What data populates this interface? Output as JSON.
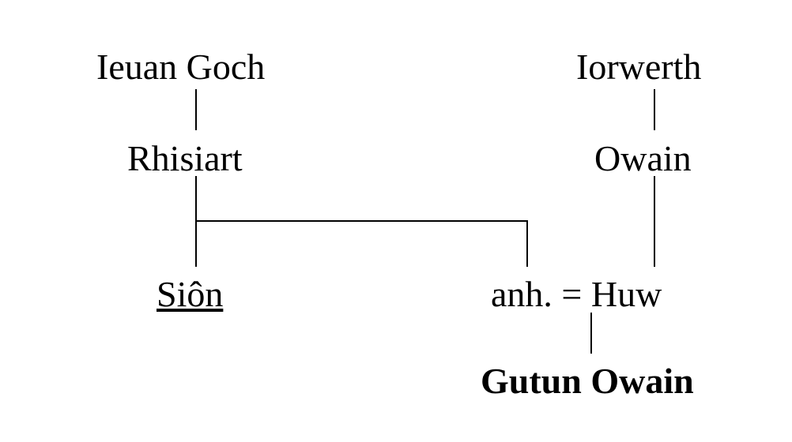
{
  "nodes": {
    "ieuan_goch": "Ieuan Goch",
    "iorwerth": "Iorwerth",
    "rhisiart": "Rhisiart",
    "owain": "Owain",
    "sion": "Siôn",
    "anh_huw": "anh. = Huw",
    "gutun_owain": "Gutun Owain"
  }
}
